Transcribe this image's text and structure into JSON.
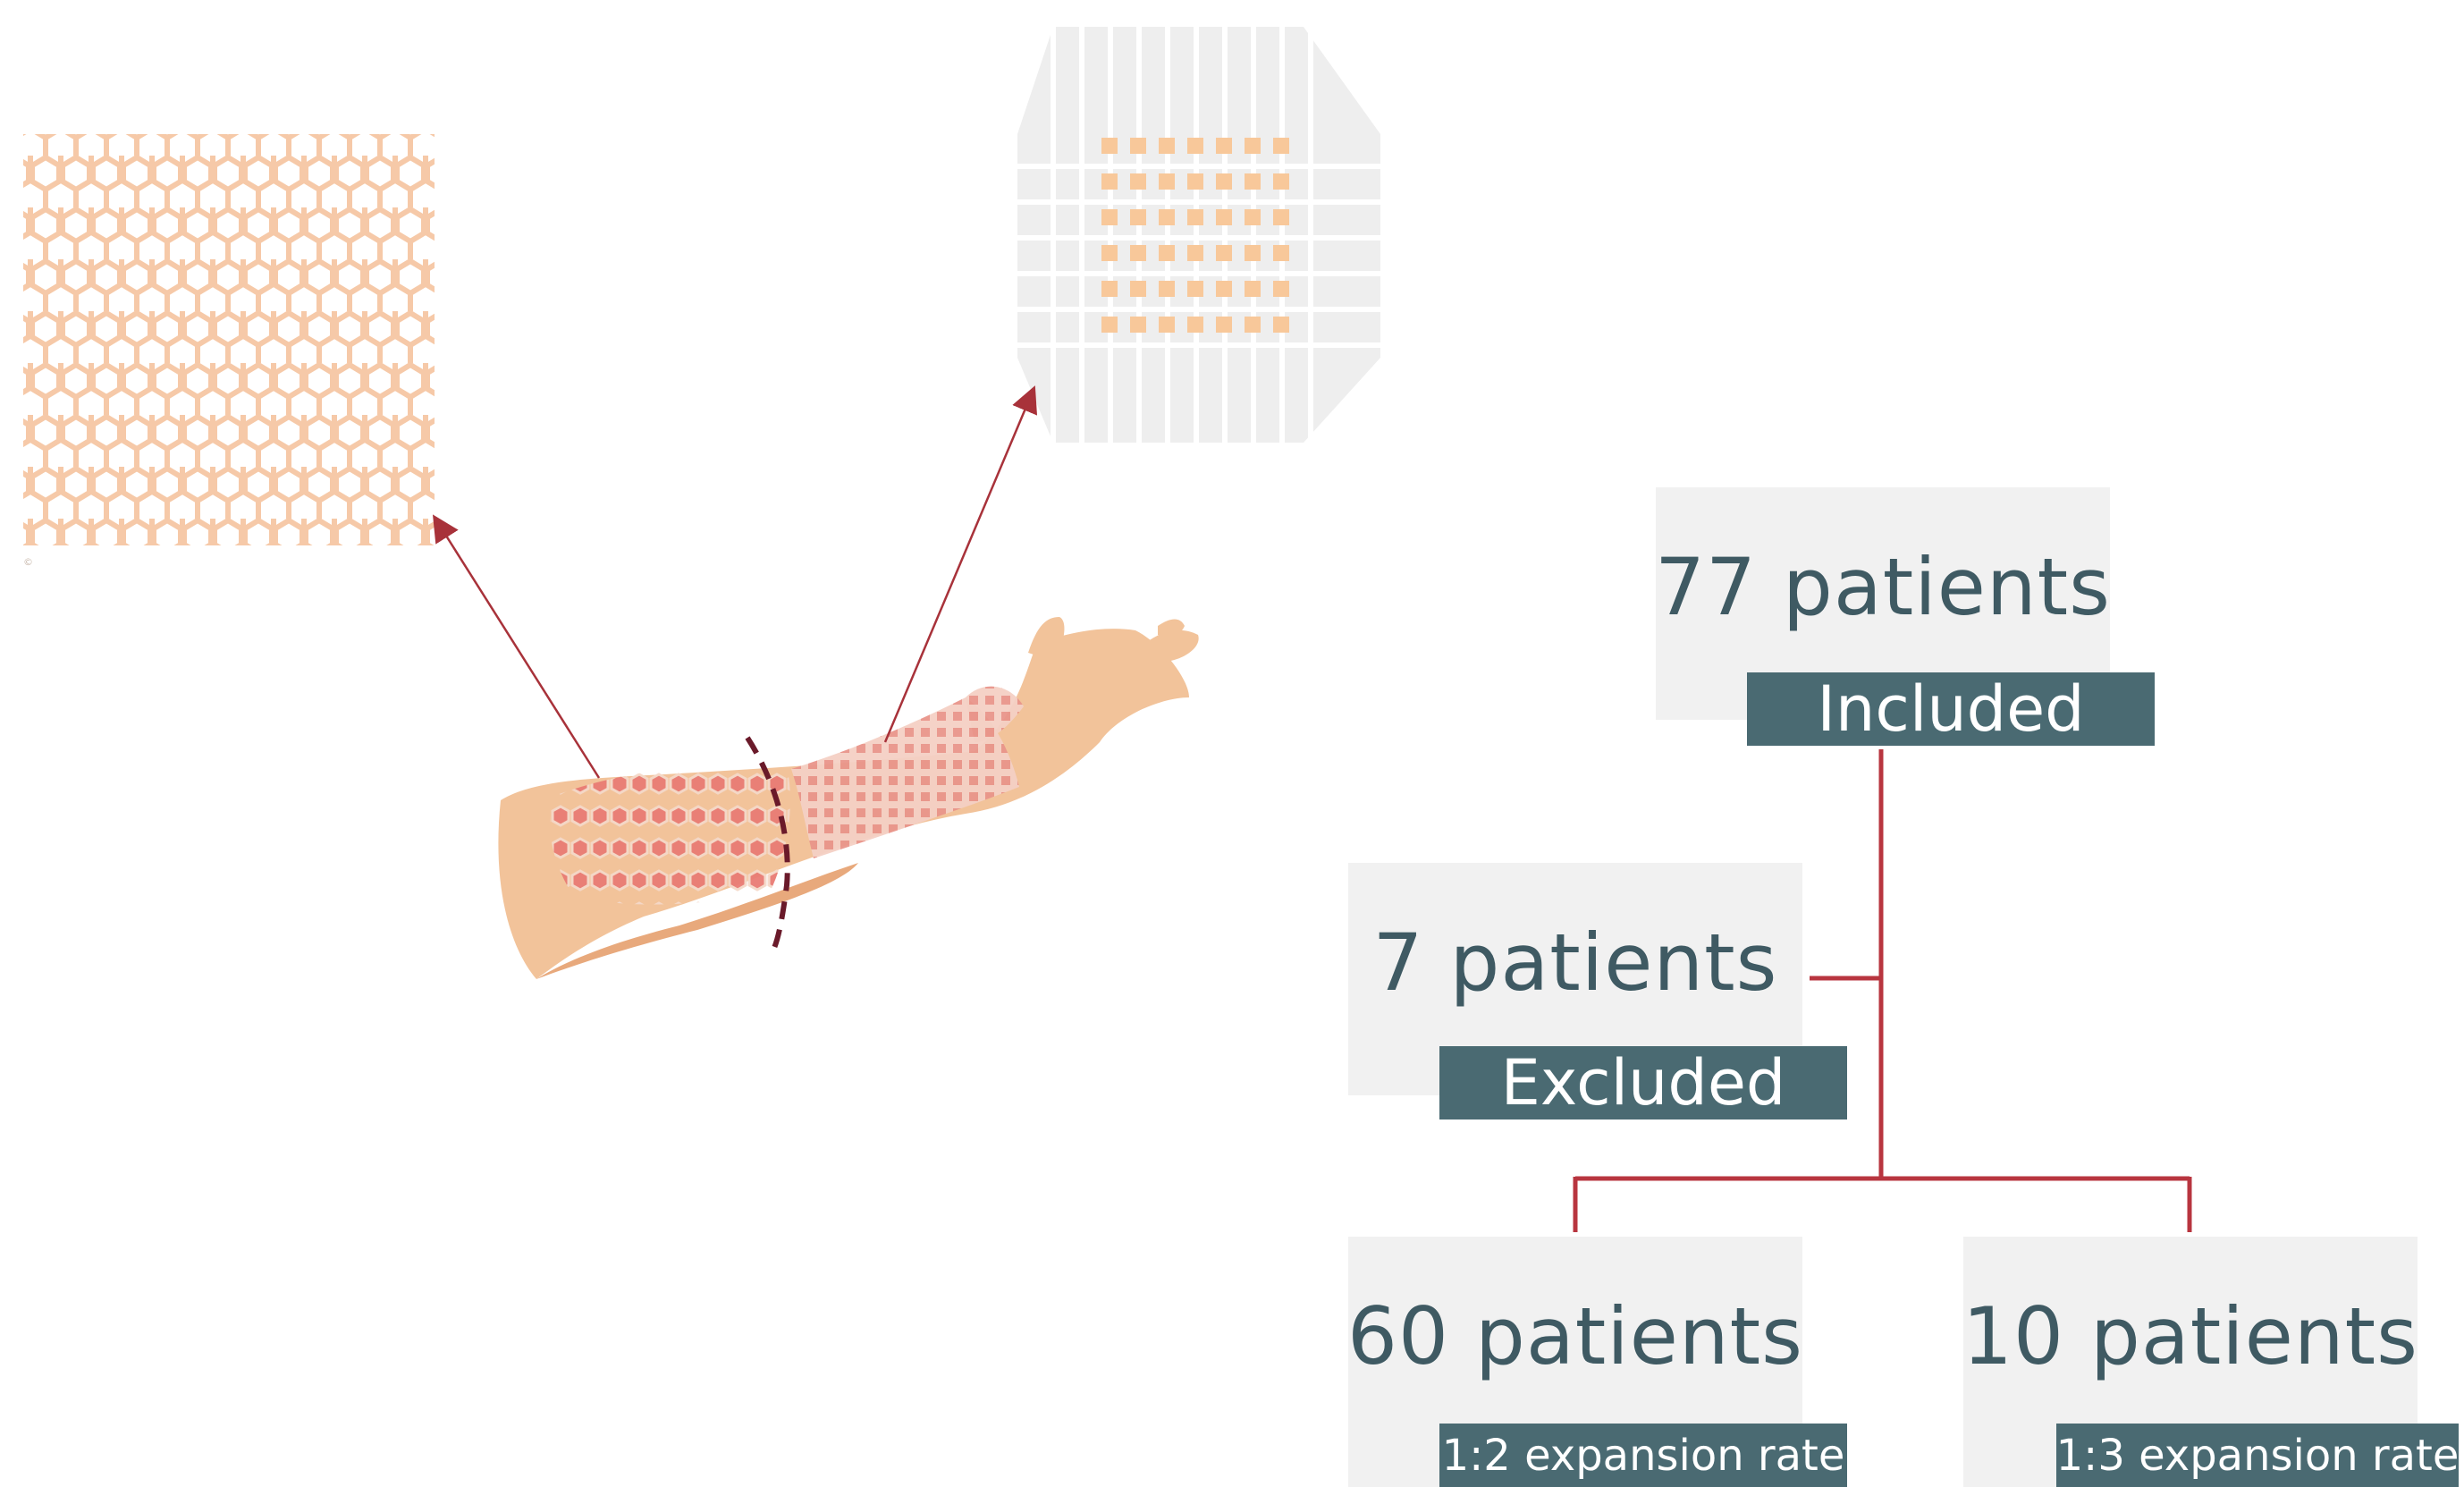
{
  "colors": {
    "box_bg": "#f1f1f1",
    "text": "#3f5a63",
    "tag_bg": "#4a6a72",
    "connector": "#b8353f",
    "arrow": "#a8323a",
    "mesh": "#f6c9a8",
    "skin": "#f2c39a"
  },
  "flowchart": {
    "included": {
      "count": "77 patients",
      "label": "Included"
    },
    "excluded": {
      "count": "7 patients",
      "label": "Excluded"
    },
    "group_a": {
      "count": "60 patients",
      "label": "1:2 expansion rate"
    },
    "group_b": {
      "count": "10 patients",
      "label": "1:3 expansion rate"
    }
  },
  "illustration": {
    "icons": [
      "meshed-skin-graft-icon",
      "meek-micrograft-icon",
      "forearm-graft-icon"
    ]
  }
}
